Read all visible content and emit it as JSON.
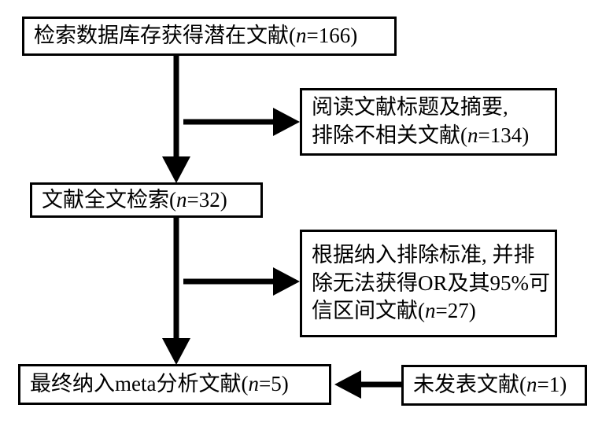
{
  "diagram": {
    "title": "Meta-analysis literature screening flowchart",
    "type": "prisma-flow-diagram",
    "stroke_color": "#000000",
    "background_color": "#ffffff"
  },
  "boxes": {
    "search": {
      "id": "box-search",
      "lines": [
        "检索数据库存获得潜在文献(n=166)"
      ],
      "count_label": "n=166",
      "count_value": 166
    },
    "exclude_title_abstract": {
      "id": "box-exclude1",
      "lines": [
        "阅读文献标题及摘要,",
        "排除不相关文献(n=134)"
      ],
      "count_label": "n=134",
      "count_value": 134
    },
    "full_text": {
      "id": "box-fulltext",
      "lines": [
        "文献全文检索(n=32)"
      ],
      "count_label": "n=32",
      "count_value": 32
    },
    "exclude_criteria": {
      "id": "box-exclude2",
      "lines": [
        "根据纳入排除标准, 并排",
        "除无法获得OR及其95%可",
        "信区间文献(n=27)"
      ],
      "count_label": "n=27",
      "count_value": 27
    },
    "final_included": {
      "id": "box-final",
      "lines": [
        "最终纳入meta分析文献(n=5)"
      ],
      "count_label": "n=5",
      "count_value": 5
    },
    "unpublished": {
      "id": "box-unpub",
      "lines": [
        "未发表文献(n=1)"
      ],
      "count_label": "n=1",
      "count_value": 1
    }
  },
  "arrows": [
    {
      "name": "search-to-fulltext",
      "direction": "down",
      "from": "search",
      "to": "full_text"
    },
    {
      "name": "search-to-exclude1",
      "direction": "right",
      "from": "search",
      "to": "exclude_title_abstract"
    },
    {
      "name": "fulltext-to-final",
      "direction": "down",
      "from": "full_text",
      "to": "final_included"
    },
    {
      "name": "fulltext-to-exclude2",
      "direction": "right",
      "from": "full_text",
      "to": "exclude_criteria"
    },
    {
      "name": "unpublished-to-final",
      "direction": "left",
      "from": "unpublished",
      "to": "final_included"
    }
  ]
}
